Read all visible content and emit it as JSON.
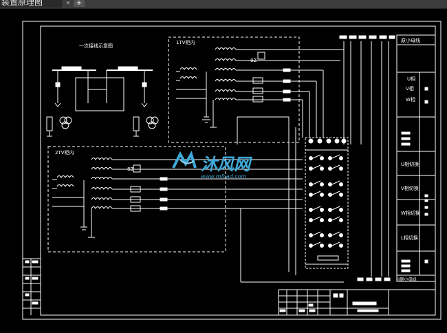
{
  "window": {
    "tab_title": "装置原理图",
    "close_icon": "close-icon",
    "new_tab_icon": "plus-icon"
  },
  "colors": {
    "background": "#000000",
    "line": "#ffffff",
    "watermark_blue": "#3fa9d8",
    "frame": "#ffffff"
  },
  "diagram": {
    "primary_title": "一次接线示意图",
    "cabinet1": "1TV柜内",
    "cabinet2": "2TV柜内",
    "relay1": "8Z",
    "relay2": "8Z",
    "rightbus_header": "原小母线",
    "phase_labels": [
      "U相",
      "V相",
      "W相"
    ],
    "switch_labels": [
      "U相切换",
      "V相切换",
      "W相切换",
      "L相切换"
    ],
    "bottom_bus_label": "II原小母线"
  },
  "watermark": {
    "logo_icon": "mfcad-logo-icon",
    "name": "沐风网",
    "url": "www.mfcad.com"
  }
}
